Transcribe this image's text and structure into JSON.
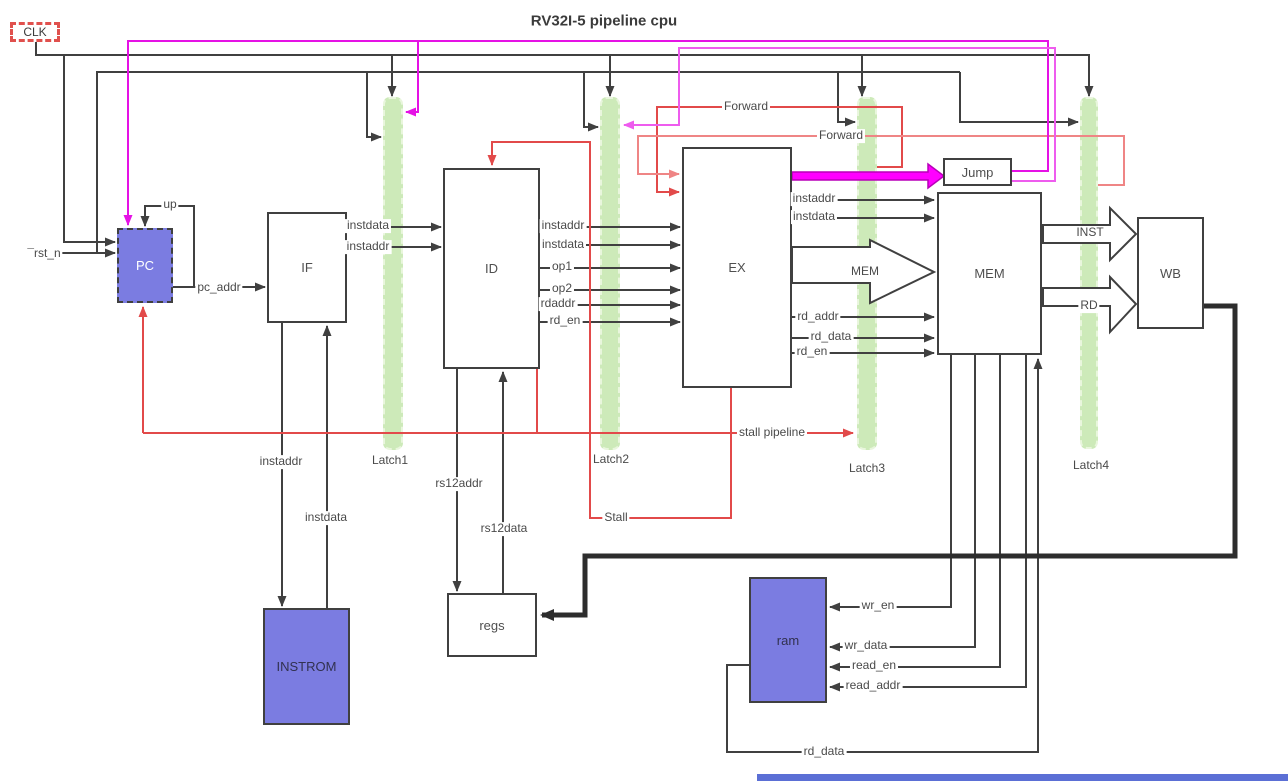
{
  "title": "RV32I-5 pipeline cpu",
  "colors": {
    "block_purple": "#7b7ce1",
    "latch_green": "#cdeab9",
    "wire_black": "#404040",
    "stall_red": "#e24a4a",
    "forward_salmon": "#ef8585",
    "jump_magenta": "#e512e5",
    "jump_magenta_light": "#ee5cee",
    "thick_arrow_magenta": "#ff00ff",
    "clk_red": "#e0504d",
    "bottom_bar_blue": "#5b6fd5"
  },
  "blocks": {
    "pc": {
      "label": "PC"
    },
    "if": {
      "label": "IF"
    },
    "id": {
      "label": "ID"
    },
    "ex": {
      "label": "EX"
    },
    "mem": {
      "label": "MEM"
    },
    "wb": {
      "label": "WB"
    },
    "jump": {
      "label": "Jump"
    },
    "instrom": {
      "label": "INSTROM"
    },
    "regs": {
      "label": "regs"
    },
    "ram": {
      "label": "ram"
    }
  },
  "latches": {
    "latch1": {
      "label": "Latch1"
    },
    "latch2": {
      "label": "Latch2"
    },
    "latch3": {
      "label": "Latch3"
    },
    "latch4": {
      "label": "Latch4"
    }
  },
  "signals": {
    "clk": "CLK",
    "rst_n": "¯rst_n",
    "up": "up",
    "pc_addr": "pc_addr",
    "if_instdata": "instdata",
    "if_instaddr": "instaddr",
    "id_out_instaddr": "instaddr",
    "id_out_instdata": "instdata",
    "op1": "op1",
    "op2": "op2",
    "rdaddr": "rdaddr",
    "id_out_rd_en": "rd_en",
    "ex_out_instaddr": "instaddr",
    "ex_out_instdata": "instdata",
    "mem_bus": "MEM",
    "rd_addr": "rd_addr",
    "rd_data": "rd_data",
    "ex_out_rd_en": "rd_en",
    "inst_bus": "INST",
    "rd_bus": "RD",
    "forward_mem": "Forward",
    "forward_wb": "Forward",
    "stall": "Stall",
    "stall_pipeline": "stall pipeline",
    "rom_instaddr": "instaddr",
    "rom_instdata": "instdata",
    "rs12addr": "rs12addr",
    "rs12data": "rs12data",
    "wr_en": "wr_en",
    "wr_data": "wr_data",
    "read_en": "read_en",
    "read_addr": "read_addr",
    "ram_rd_data": "rd_data"
  }
}
